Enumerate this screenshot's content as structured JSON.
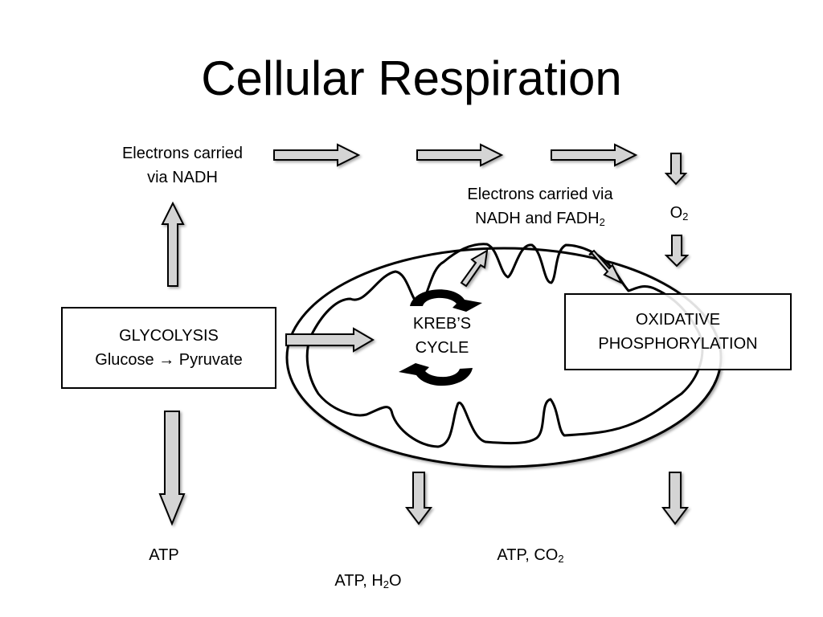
{
  "title": "Cellular Respiration",
  "labels": {
    "nadh_line1": "Electrons carried",
    "nadh_line2": "via NADH",
    "fadh_line1": "Electrons carried via",
    "fadh_line2_prefix": "NADH and FADH",
    "fadh_sub": "2",
    "o2_main": "O",
    "o2_sub": "2",
    "atp_glycolysis": "ATP",
    "atp_h2o_prefix": "ATP, H",
    "atp_h2o_sub": "2",
    "atp_h2o_suffix": "O",
    "atp_co2_prefix": "ATP, CO",
    "atp_co2_sub": "2"
  },
  "glycolysis": {
    "title": "GLYCOLYSIS",
    "line2": "Glucose → Pyruvate"
  },
  "krebs": {
    "line1": "KREB’S",
    "line2": "CYCLE"
  },
  "oxidative": {
    "line1": "OXIDATIVE",
    "line2": "PHOSPHORYLATION"
  },
  "colors": {
    "arrow_fill": "#d4d4d4",
    "stroke": "#000000"
  }
}
